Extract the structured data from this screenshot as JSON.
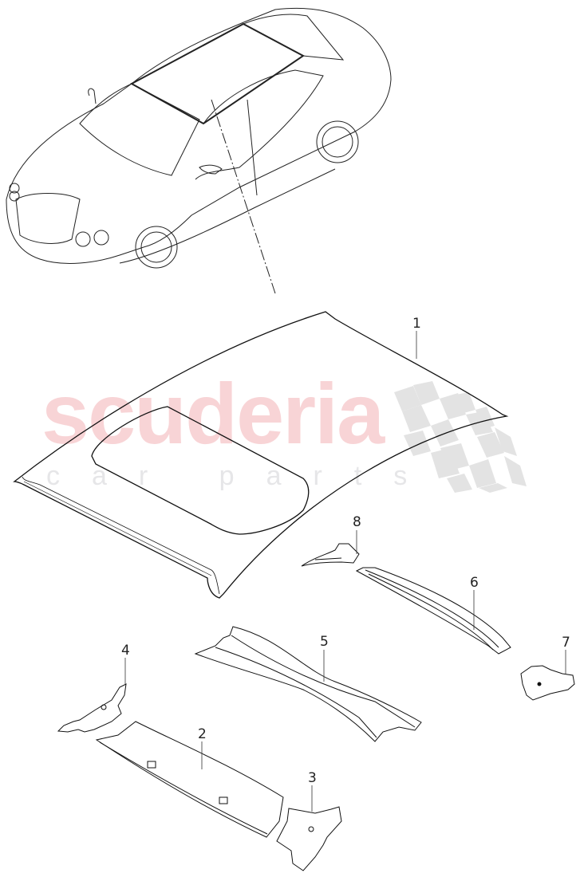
{
  "diagram": {
    "type": "exploded parts diagram",
    "subject": "Sedan roof panel and roof frame cross members",
    "watermark": {
      "brand": "scuderia",
      "tagline": "car parts",
      "brand_color": "#f8d4d6",
      "checker_color": "#e3e3e3"
    },
    "callouts": [
      {
        "id": 1,
        "label": "1",
        "part": "roof panel with sunroof opening"
      },
      {
        "id": 2,
        "label": "2",
        "part": "front roof cross member"
      },
      {
        "id": 3,
        "label": "3",
        "part": "right front corner bracket"
      },
      {
        "id": 4,
        "label": "4",
        "part": "left front corner bracket"
      },
      {
        "id": 5,
        "label": "5",
        "part": "center roof bow"
      },
      {
        "id": 6,
        "label": "6",
        "part": "rear roof cross member"
      },
      {
        "id": 7,
        "label": "7",
        "part": "right rear corner bracket"
      },
      {
        "id": 8,
        "label": "8",
        "part": "left rear corner bracket"
      }
    ],
    "line_color": "#111111"
  }
}
